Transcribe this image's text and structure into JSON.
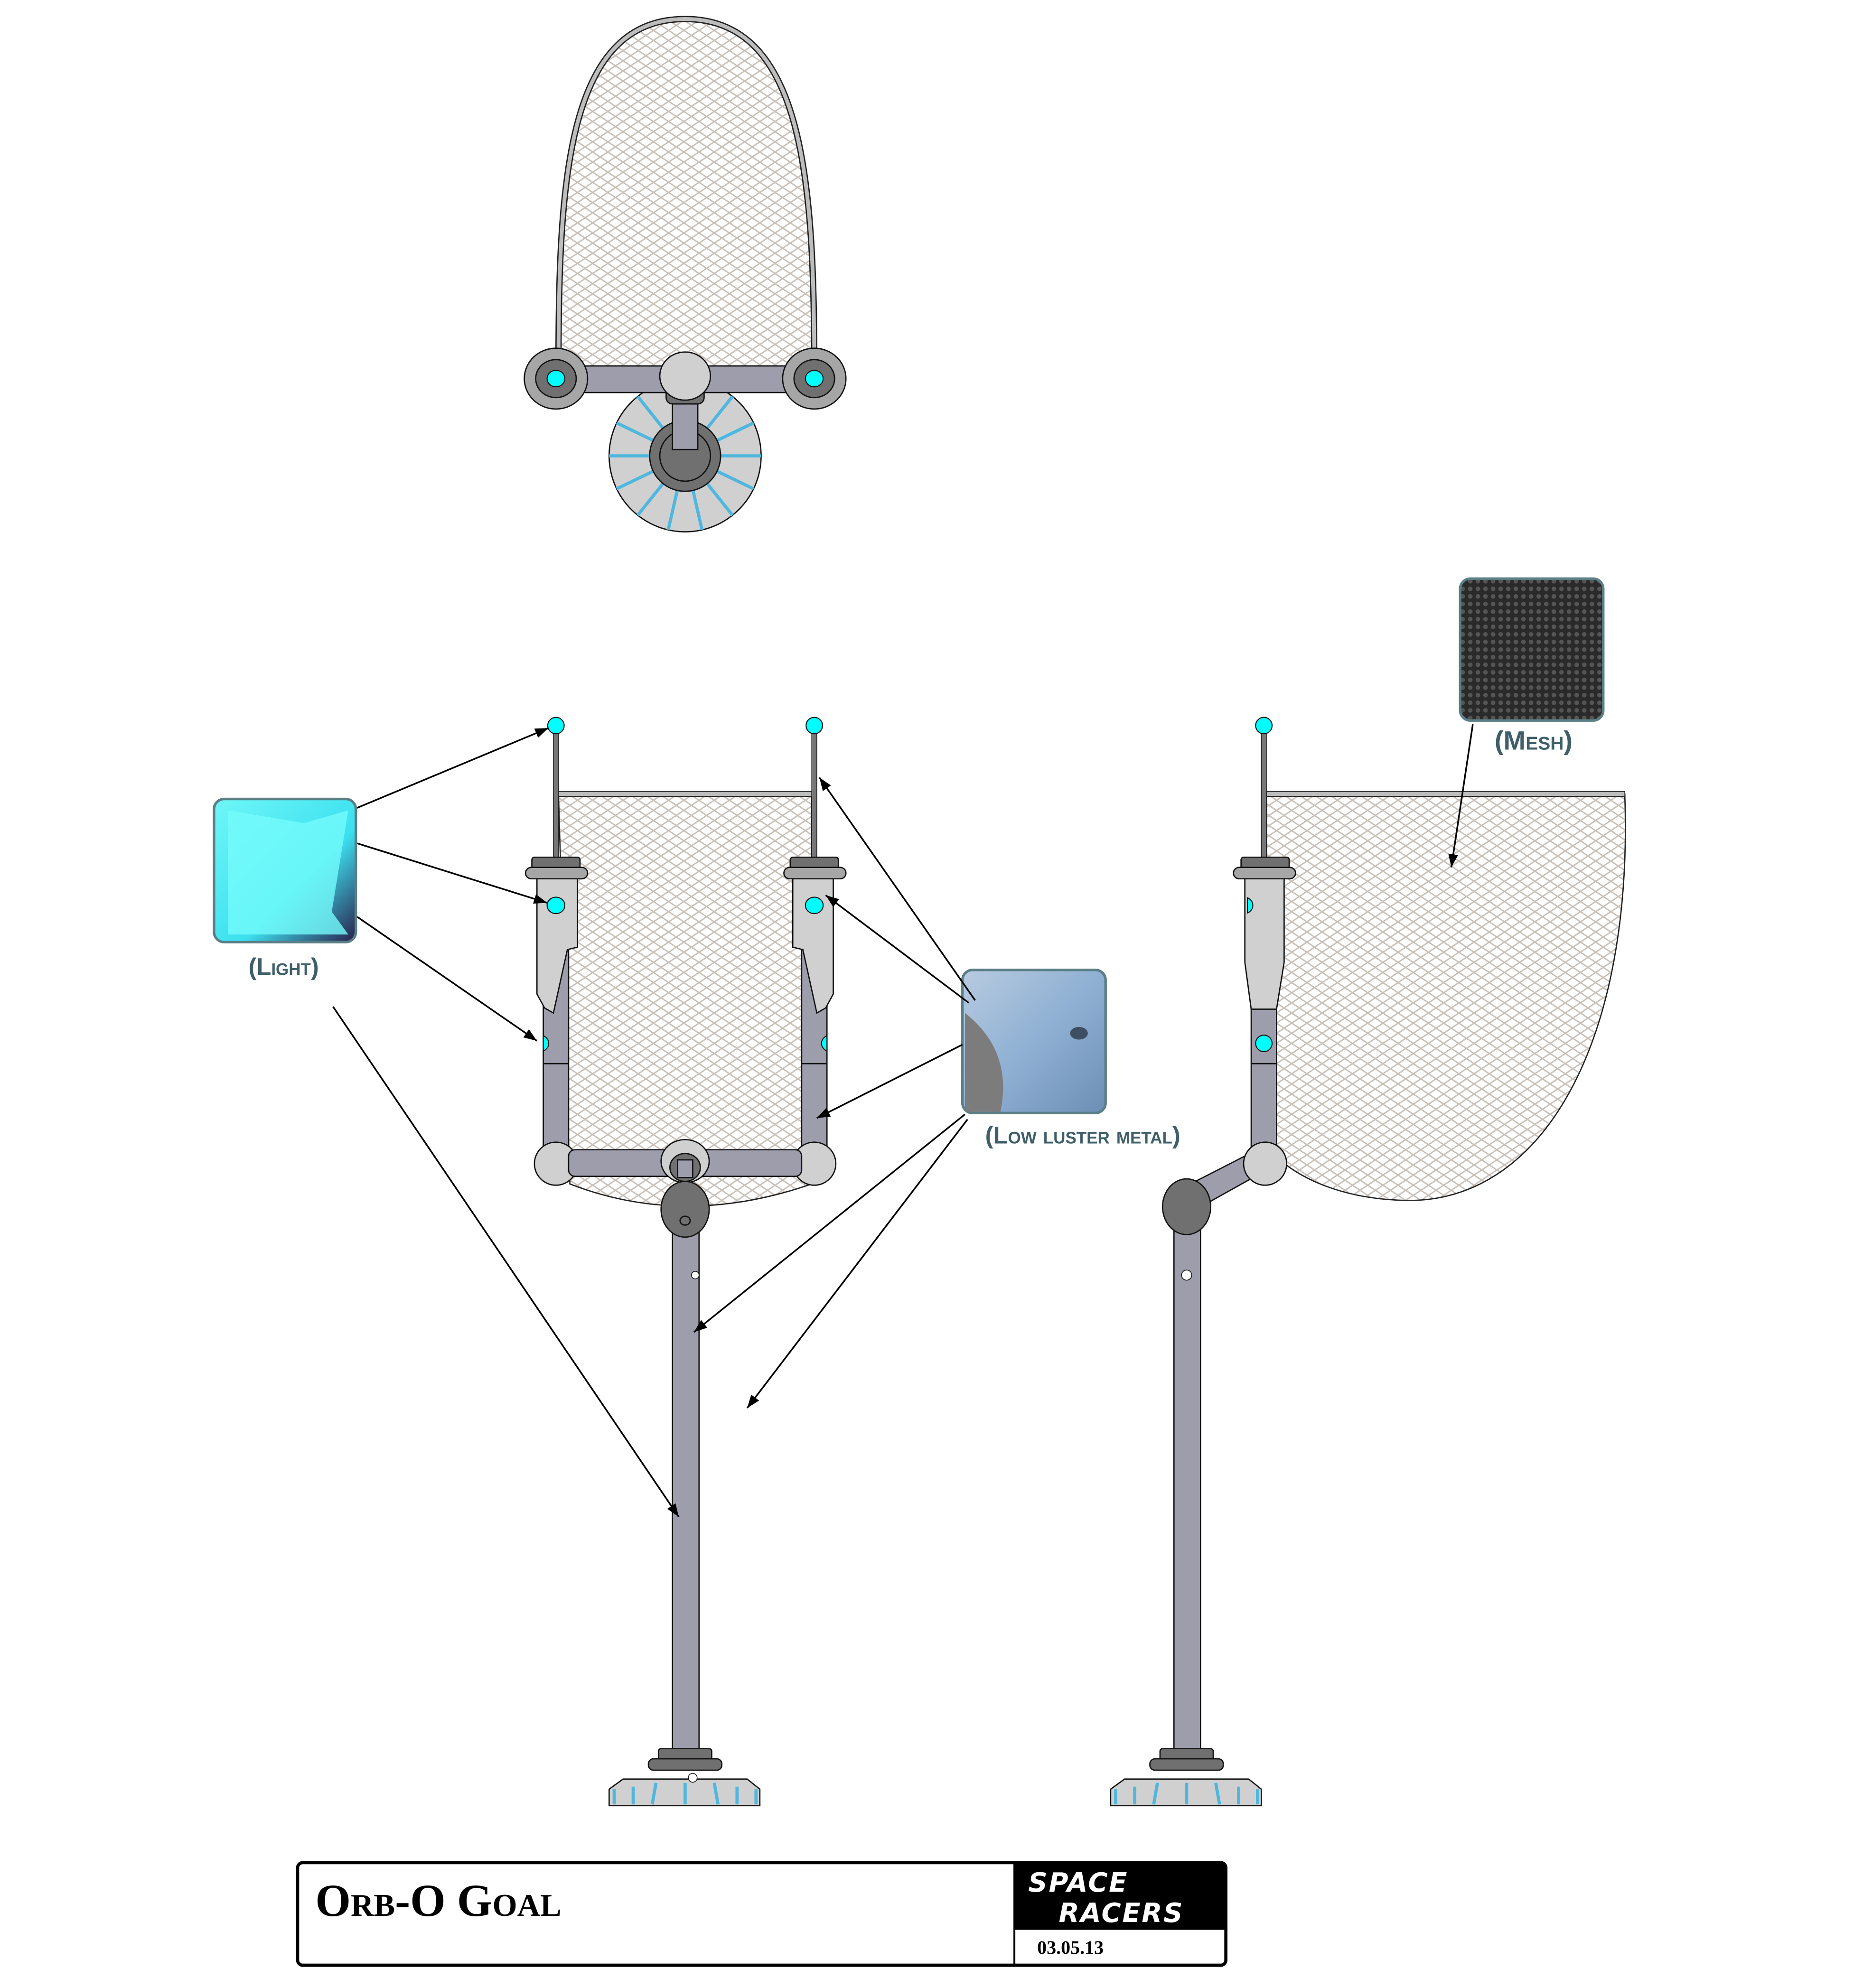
{
  "title_block": {
    "title": "Orb-O Goal",
    "logo_line1": "SPACE",
    "logo_line2": "RACERS",
    "date": "03.05.13"
  },
  "callouts": {
    "light": "(Light)",
    "metal": "(Low luster metal)",
    "mesh": "(Mesh)"
  },
  "colors": {
    "light_accent": "#00ffff",
    "tube": "#9e9dab",
    "label": "#3e5f69",
    "mesh_line": "#c8c0b8"
  }
}
